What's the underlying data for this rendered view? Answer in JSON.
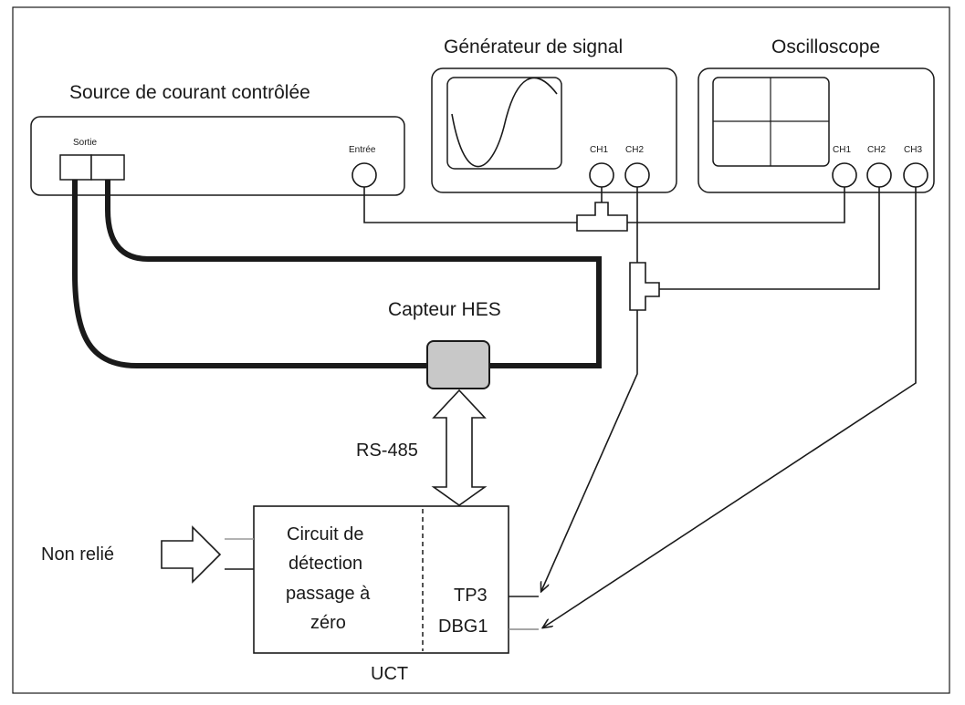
{
  "current_source": {
    "title": "Source de courant contrôlée",
    "output_label": "Sortie",
    "input_label": "Entrée"
  },
  "signal_generator": {
    "title": "Générateur de signal",
    "ch1": "CH1",
    "ch2": "CH2"
  },
  "oscilloscope": {
    "title": "Oscilloscope",
    "ch1": "CH1",
    "ch2": "CH2",
    "ch3": "CH3"
  },
  "sensor": {
    "label": "Capteur HES"
  },
  "bus": {
    "label": "RS-485"
  },
  "uct": {
    "label": "UCT",
    "circuit_lines": [
      "Circuit de",
      "détection",
      "passage à",
      "zéro"
    ],
    "tp3": "TP3",
    "dbg1": "DBG1"
  },
  "input_note": {
    "label": "Non relié"
  },
  "colors": {
    "stroke": "#1a1a1a",
    "sensor_fill": "#c8c8c8",
    "background": "#ffffff"
  }
}
